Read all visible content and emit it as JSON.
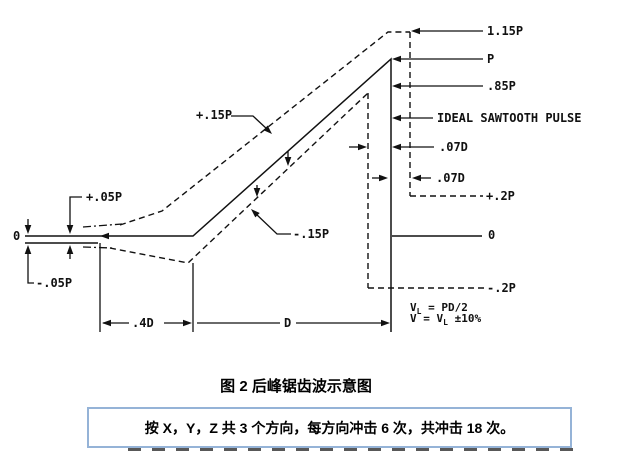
{
  "diagram": {
    "labels": {
      "peak_115p": "1.15P",
      "peak_p": "P",
      "p85": ".85P",
      "ideal": "IDEAL SAWTOOTH PULSE",
      "d07_upper": ".07D",
      "d07_lower": ".07D",
      "plus_2p": "+.2P",
      "zero_right": "0",
      "minus_2p": "-.2P",
      "plus_15p": "+.15P",
      "minus_15p": "-.15P",
      "plus_05p": "+.05P",
      "zero_left": "0",
      "minus_05p": "-.05P",
      "dim_4d": ".4D",
      "dim_d": "D"
    },
    "formulas": {
      "line1": {
        "v": "V",
        "sub": "L",
        "rest": " = PD/2"
      },
      "line2": {
        "pre": "V = V",
        "sub": "L",
        "rest": " ±10%"
      }
    }
  },
  "caption": "图 2 后峰锯齿波示意图",
  "note_box": {
    "text": "按 X，Y，Z 共 3 个方向，每方向冲击 6 次，共冲击 18 次。"
  },
  "colors": {
    "line": "#111111",
    "note_border": "#95b3d7",
    "background": "#ffffff"
  }
}
